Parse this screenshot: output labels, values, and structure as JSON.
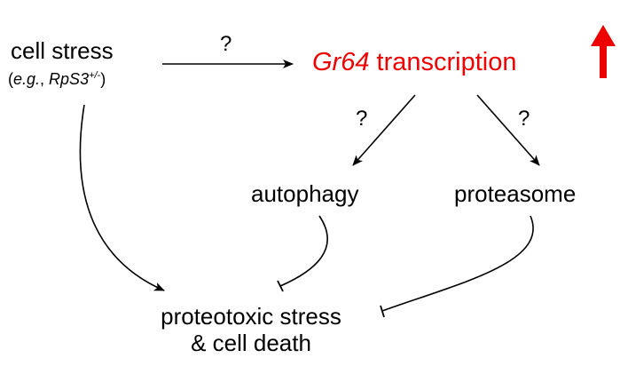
{
  "nodes": {
    "cell_stress": {
      "title": "cell stress",
      "example_open": "(",
      "example_eg": "e.g.",
      "example_sep": ", ",
      "example_gene": "RpS3",
      "example_sup": "+/-",
      "example_close": ")"
    },
    "gr64": {
      "gene": "Gr64",
      "text": " transcription",
      "arrow_icon": "up-arrow"
    },
    "autophagy": {
      "label": "autophagy"
    },
    "proteasome": {
      "label": "proteasome"
    },
    "outcome": {
      "line1": "proteotoxic stress",
      "line2": "& cell death"
    }
  },
  "edges": {
    "stress_to_gr64": {
      "label": "?"
    },
    "gr64_to_autophagy": {
      "label": "?"
    },
    "gr64_to_proteasome": {
      "label": "?"
    }
  },
  "colors": {
    "highlight": "#ee0000",
    "line": "#000000"
  }
}
